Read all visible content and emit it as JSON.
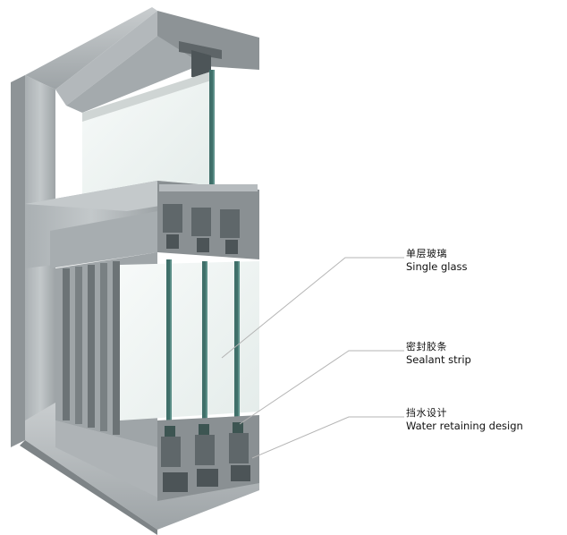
{
  "callouts": [
    {
      "zh": "单层玻璃",
      "en": "Single glass"
    },
    {
      "zh": "密封胶条",
      "en": "Sealant strip"
    },
    {
      "zh": "挡水设计",
      "en": "Water retaining design"
    }
  ],
  "colors": {
    "frame_light": "#b9bec0",
    "frame_mid": "#9aa0a3",
    "frame_dark": "#6f7679",
    "glass_edge": "#3f6f69",
    "glass": "#eef3f2",
    "leader_line": "#b5b5b5"
  }
}
